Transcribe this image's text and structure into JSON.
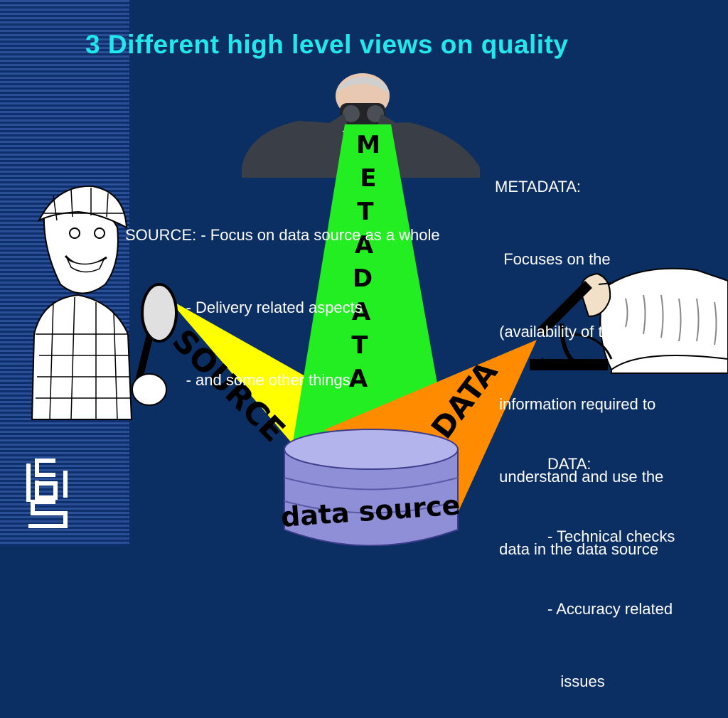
{
  "slide": {
    "title": "3 Different high level views on quality"
  },
  "source_text": {
    "lines": [
      "SOURCE: - Focus on data source as a whole",
      "              - Delivery related aspects",
      "              - and some other things"
    ]
  },
  "metadata_text": {
    "lines": [
      "METADATA:",
      "  Focuses on the",
      " (availability of the)",
      " information required to",
      " understand and use the",
      " data in the data source"
    ]
  },
  "data_text": {
    "lines": [
      "DATA:",
      "- Technical checks",
      "- Accuracy related",
      "   issues"
    ]
  },
  "beams": {
    "source_word": "SOURCE",
    "metadata_letters": [
      "M",
      "E",
      "T",
      "A",
      "D",
      "A",
      "T",
      "A"
    ],
    "data_word": "DATA"
  },
  "cylinder": {
    "label": "data source"
  },
  "logo": {
    "letters": [
      "c",
      "b",
      "s"
    ]
  },
  "colors": {
    "background": "#0b2f63",
    "title": "#22e8ee",
    "source_beam": "#ffff00",
    "metadata_beam": "#22ee22",
    "data_beam": "#ff8c00",
    "cylinder": "#8f8fd8"
  }
}
